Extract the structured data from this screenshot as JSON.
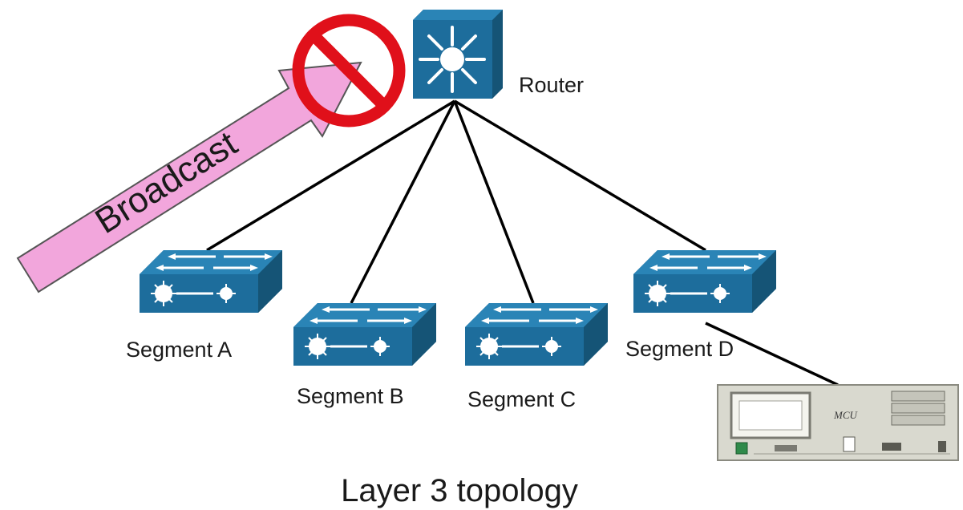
{
  "router": {
    "label": "Router"
  },
  "broadcast": {
    "label": "Broadcast"
  },
  "segments": [
    {
      "label": "Segment A"
    },
    {
      "label": "Segment B"
    },
    {
      "label": "Segment C"
    },
    {
      "label": "Segment D"
    }
  ],
  "mcu": {
    "label": "MCU"
  },
  "caption": "Layer 3 topology",
  "colors": {
    "device_blue": "#1f6e9a",
    "device_dark": "#17577b",
    "arrow_fill": "#f2a6dc",
    "prohibit_red": "#e0101a",
    "line": "#000000"
  },
  "icons": {
    "router": "router-icon",
    "switch": "switch-icon",
    "prohibited": "prohibited-icon",
    "mcu": "mcu-device-icon"
  }
}
